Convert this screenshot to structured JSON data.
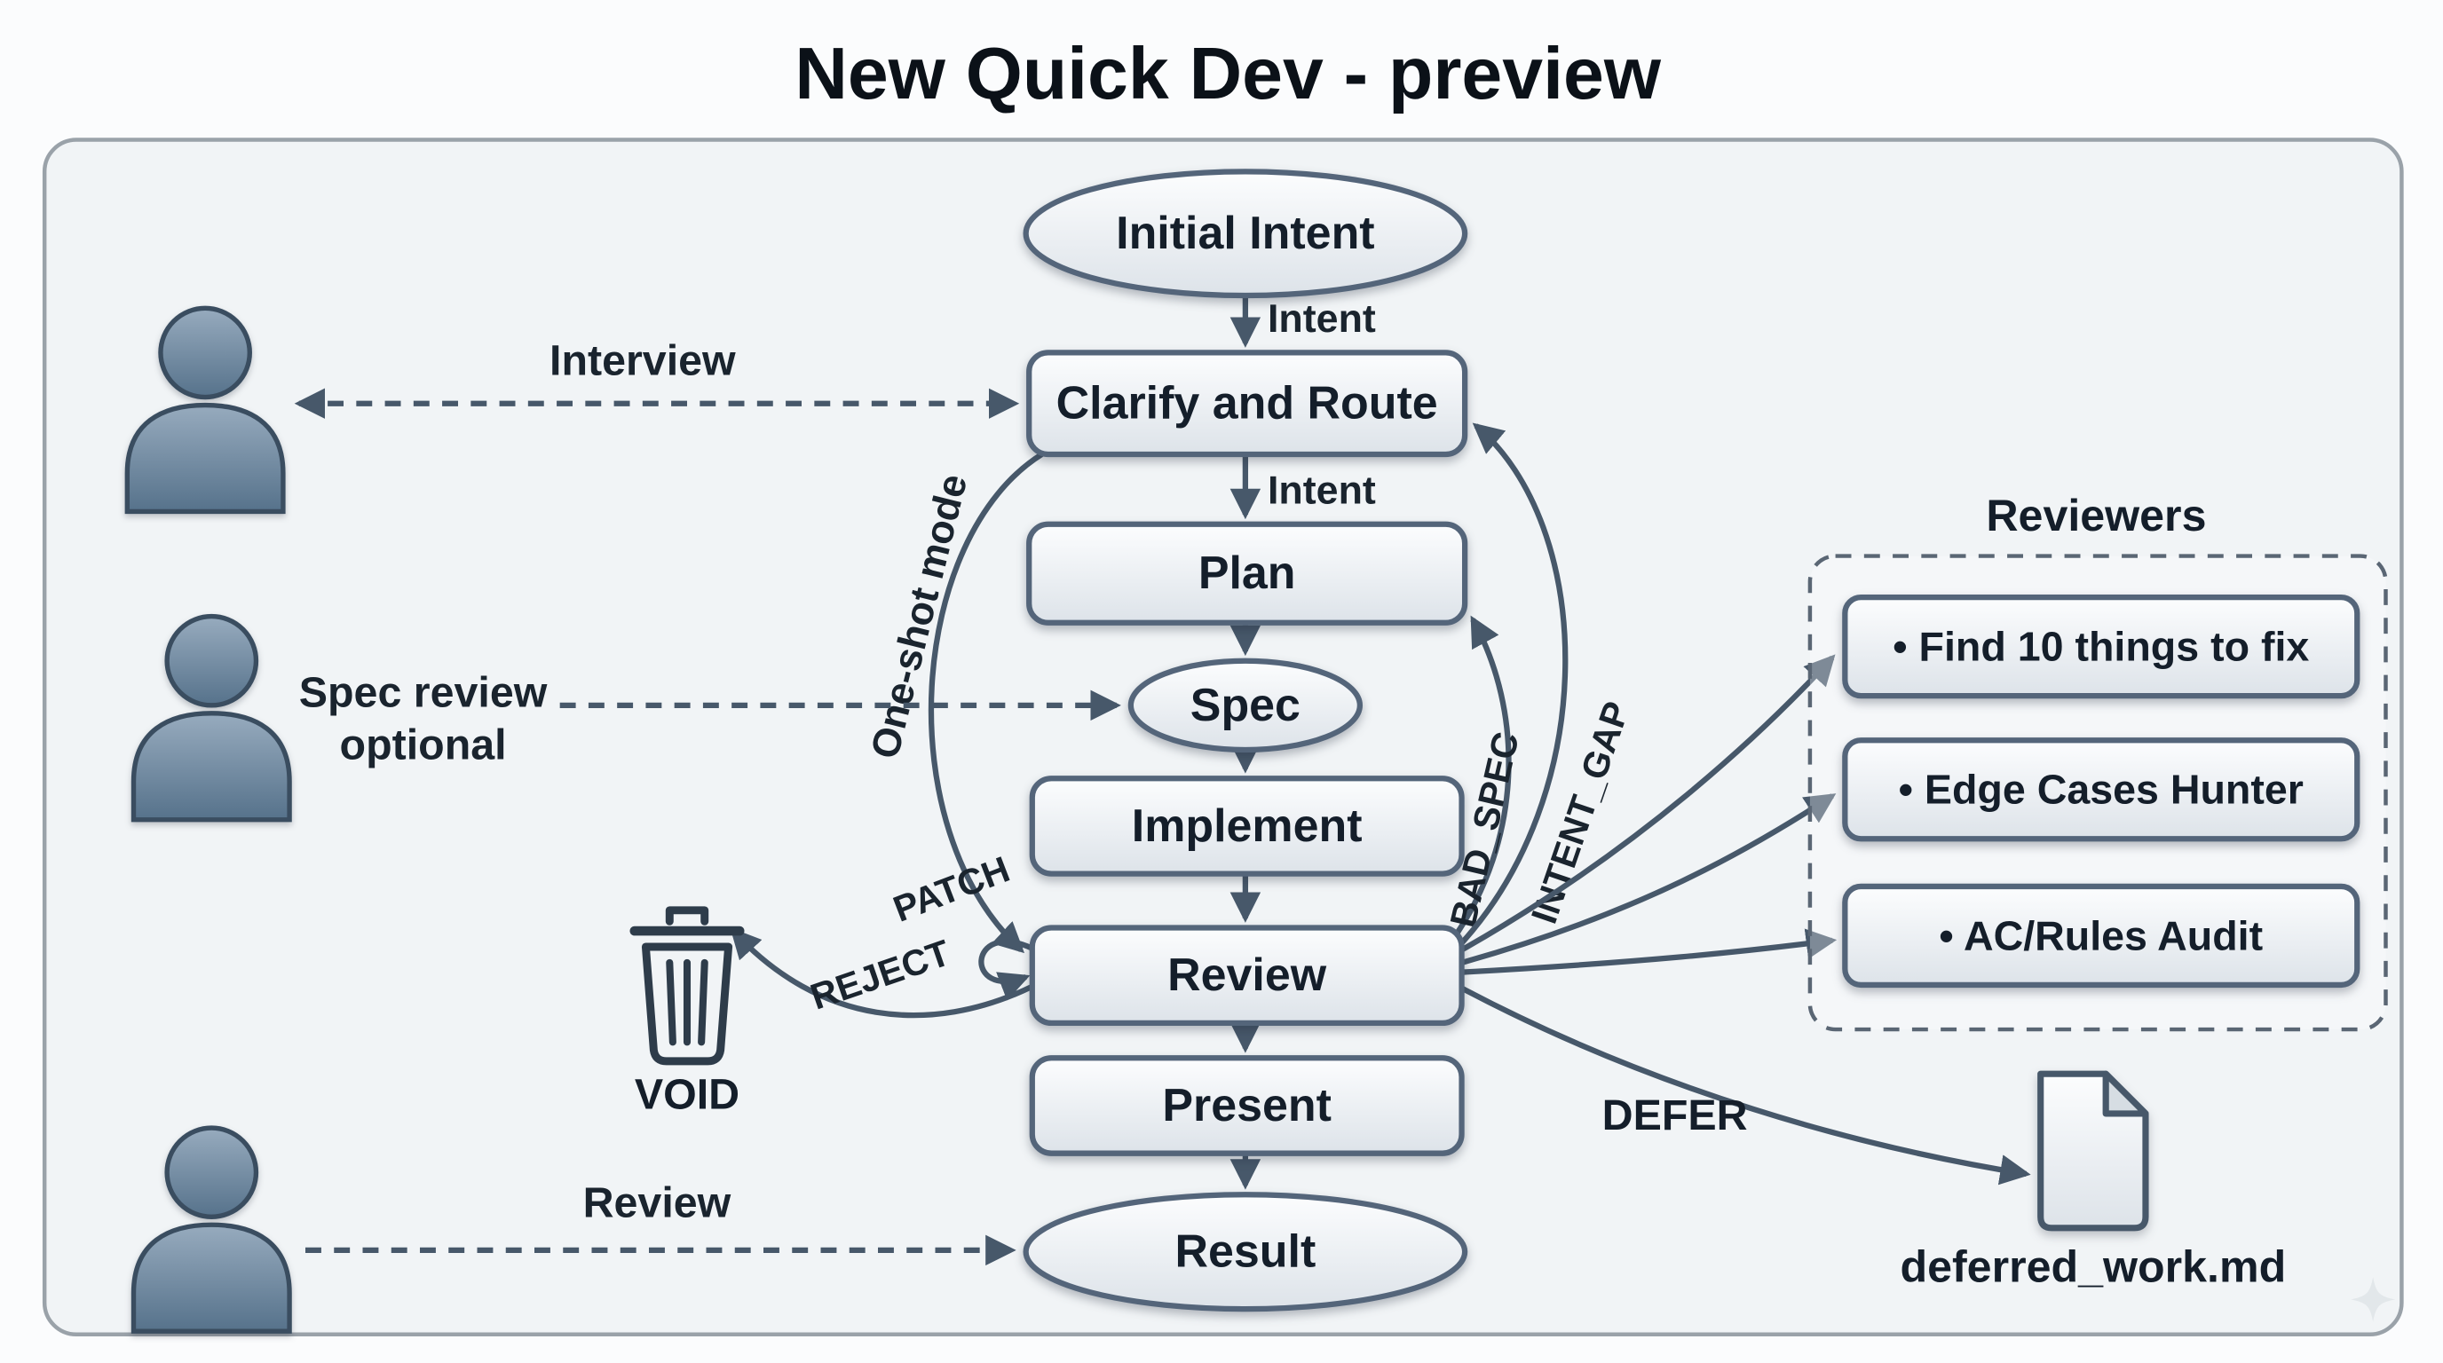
{
  "title": "New Quick Dev - preview",
  "nodes": {
    "initial_intent": "Initial Intent",
    "clarify": "Clarify and Route",
    "plan": "Plan",
    "spec": "Spec",
    "implement": "Implement",
    "review": "Review",
    "present": "Present",
    "result": "Result"
  },
  "edge_labels": {
    "intent_top": "Intent",
    "intent_mid": "Intent",
    "interview": "Interview",
    "spec_review_line1": "Spec review",
    "spec_review_line2": "optional",
    "user_review": "Review",
    "one_shot": "One-shot mode",
    "patch": "PATCH",
    "reject": "REJECT",
    "bad_spec": "BAD_SPEC",
    "intent_gap": "INTENT_GAP",
    "defer": "DEFER"
  },
  "reviewers": {
    "title": "Reviewers",
    "items": [
      "•  Find 10 things to fix",
      "•  Edge Cases Hunter",
      "•  AC/Rules Audit"
    ]
  },
  "void_label": "VOID",
  "deferred_file": "deferred_work.md",
  "colors": {
    "node_stroke": "#54657a",
    "arrow": "#47586a",
    "person_fill_top": "#97abbe",
    "person_fill_bottom": "#56728b",
    "canvas_fill": "#f1f4f6"
  }
}
